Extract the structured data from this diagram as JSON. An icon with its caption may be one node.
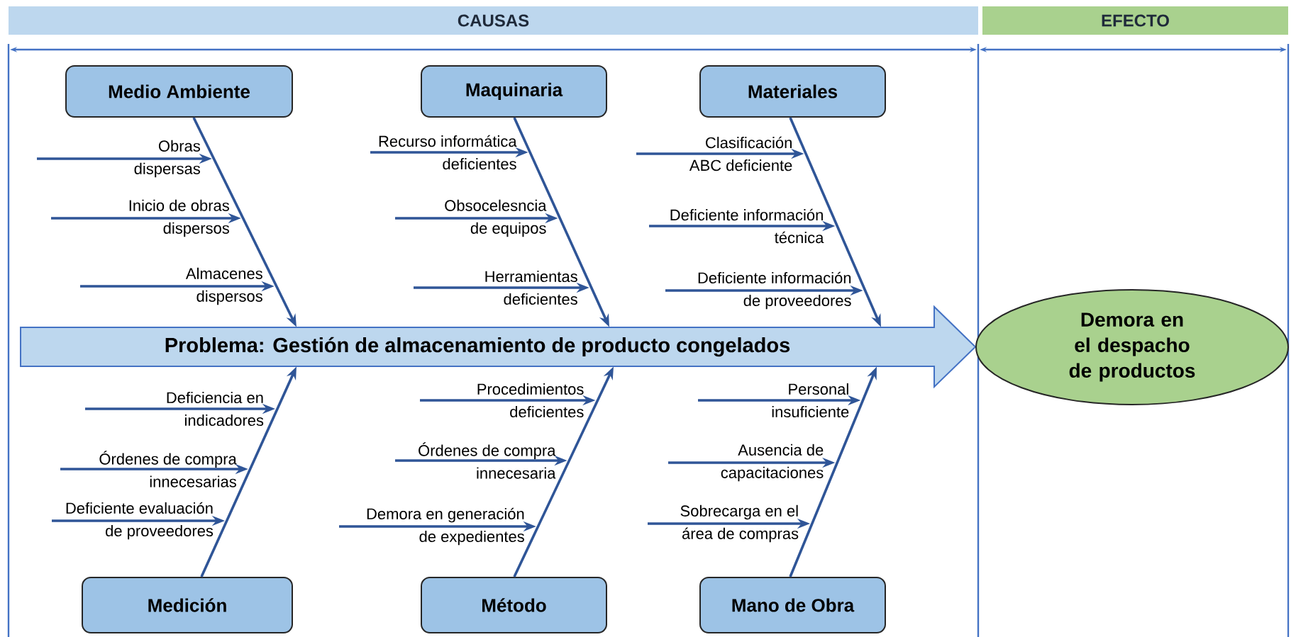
{
  "diagram": {
    "nodes": [
      {
        "text": [
          "CAUSAS"
        ]
      },
      {
        "text": [
          "EFECTO"
        ]
      },
      {
        "text": [
          "Medio Ambiente"
        ]
      },
      {
        "text": [
          "Maquinaria"
        ]
      },
      {
        "text": [
          "Materiales"
        ]
      },
      {
        "text": [
          "Problema: Gestión de almacenamiento de producto congelados"
        ]
      },
      {
        "text": [
          "Demora en el despacho de productos"
        ]
      },
      {
        "text": [
          "Medición"
        ]
      },
      {
        "text": [
          "Método"
        ]
      },
      {
        "text": [
          "Mano de Obra"
        ]
      },
      {
        "text": [
          "Obras dispersas"
        ]
      },
      {
        "text": [
          "Inicio de obras dispersos"
        ]
      },
      {
        "text": [
          "Almacenes dispersos"
        ]
      },
      {
        "text": [
          "Recurso informática deficientes"
        ]
      },
      {
        "text": [
          "Obsocelesncia de equipos"
        ]
      },
      {
        "text": [
          "Herramientas deficientes"
        ]
      },
      {
        "text": [
          "Clasificación ABC deficiente"
        ]
      },
      {
        "text": [
          "Deficiente información técnica"
        ]
      },
      {
        "text": [
          "Deficiente información de proveedores"
        ]
      },
      {
        "text": [
          "Deficiencia en indicadores"
        ]
      },
      {
        "text": [
          "Órdenes de compra innecesarias"
        ]
      },
      {
        "text": [
          "Deficiente evaluación de proveedores"
        ]
      },
      {
        "text": [
          "Procedimientos deficientes"
        ]
      },
      {
        "text": [
          "Órdenes de compra innecesaria"
        ]
      },
      {
        "text": [
          "Demora en generación de expedientes"
        ]
      },
      {
        "text": [
          "Personal insuficiente"
        ]
      },
      {
        "text": [
          "Ausencia de capacitaciones"
        ]
      },
      {
        "text": [
          "Sobrecarga en el área de compras"
        ]
      }
    ],
    "edges": [
      {
        "from": 2,
        "to": 5,
        "arrow": "to"
      },
      {
        "from": 3,
        "to": 5,
        "arrow": "to"
      },
      {
        "from": 4,
        "to": 5,
        "arrow": "to"
      },
      {
        "from": 7,
        "to": 5,
        "arrow": "to"
      },
      {
        "from": 8,
        "to": 5,
        "arrow": "to"
      },
      {
        "from": 9,
        "to": 5,
        "arrow": "to"
      },
      {
        "from": null,
        "to": 10,
        "arrow": "to"
      },
      {
        "from": null,
        "to": 11,
        "arrow": "to"
      },
      {
        "from": null,
        "to": 12,
        "arrow": "to"
      },
      {
        "from": null,
        "to": 13,
        "arrow": "to"
      },
      {
        "from": null,
        "to": 14,
        "arrow": "to"
      },
      {
        "from": null,
        "to": 15,
        "arrow": "to"
      },
      {
        "from": null,
        "to": 16,
        "arrow": "to"
      },
      {
        "from": null,
        "to": 17,
        "arrow": "to"
      },
      {
        "from": null,
        "to": 18,
        "arrow": "to"
      },
      {
        "from": null,
        "to": 19,
        "arrow": "to"
      },
      {
        "from": null,
        "to": 20,
        "arrow": "to"
      },
      {
        "from": null,
        "to": 21,
        "arrow": "to"
      },
      {
        "from": null,
        "to": 22,
        "arrow": "to"
      },
      {
        "from": null,
        "to": 23,
        "arrow": "to"
      },
      {
        "from": null,
        "to": 24,
        "arrow": "to"
      },
      {
        "from": null,
        "to": 25,
        "arrow": "to"
      },
      {
        "from": null,
        "to": 26,
        "arrow": "to"
      },
      {
        "from": null,
        "to": 27,
        "arrow": "to"
      }
    ]
  }
}
